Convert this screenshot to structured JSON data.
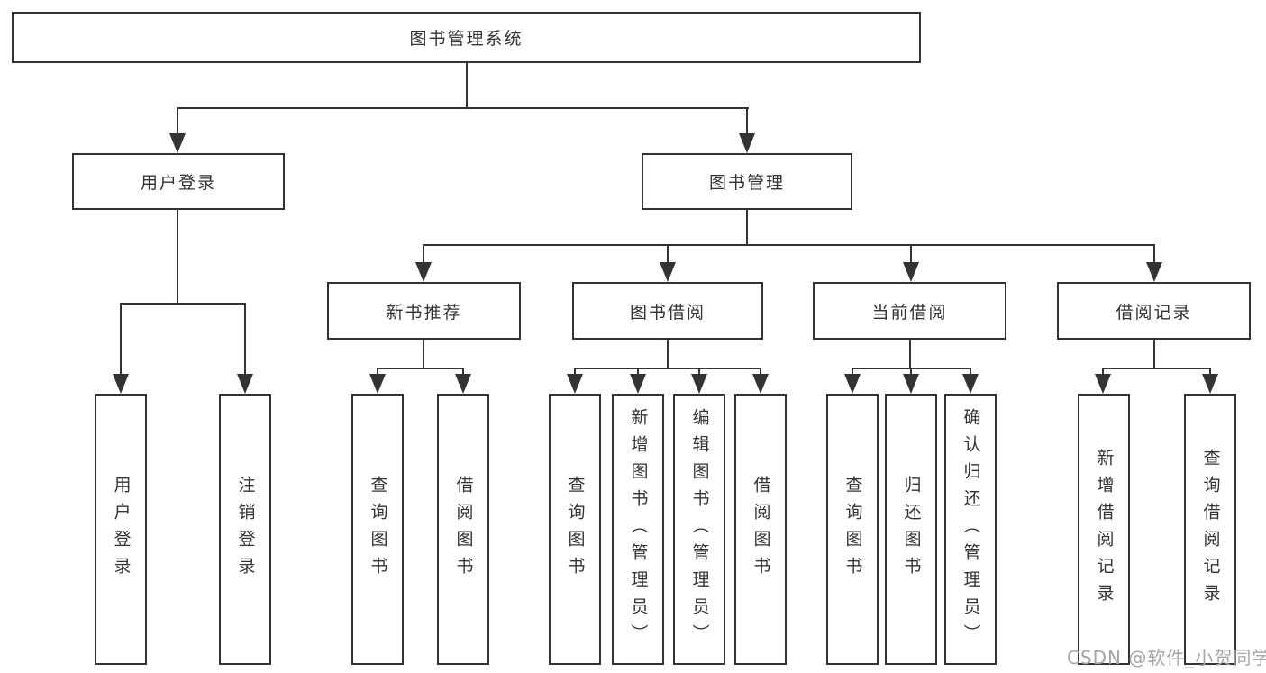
{
  "root": {
    "label": "图书管理系统",
    "children": [
      {
        "label": "用户登录",
        "children": [
          {
            "label": "用户登录"
          },
          {
            "label": "注销登录"
          }
        ]
      },
      {
        "label": "图书管理",
        "children": [
          {
            "label": "新书推荐",
            "children": [
              {
                "label": "查询图书"
              },
              {
                "label": "借阅图书"
              }
            ]
          },
          {
            "label": "图书借阅",
            "children": [
              {
                "label": "查询图书"
              },
              {
                "label": "新增图书（管理员）"
              },
              {
                "label": "编辑图书（管理员）"
              },
              {
                "label": "借阅图书"
              }
            ]
          },
          {
            "label": "当前借阅",
            "children": [
              {
                "label": "查询图书"
              },
              {
                "label": "归还图书"
              },
              {
                "label": "确认归还（管理员）"
              }
            ]
          },
          {
            "label": "借阅记录",
            "children": [
              {
                "label": "新增借阅记录"
              },
              {
                "label": "查询借阅记录"
              }
            ]
          }
        ]
      }
    ]
  },
  "watermark": {
    "text": "CSDN @软件_小贺同学"
  },
  "colors": {
    "line": "#333333",
    "text": "#333333",
    "watermark": "#a6a6a6",
    "background": "#ffffff"
  }
}
